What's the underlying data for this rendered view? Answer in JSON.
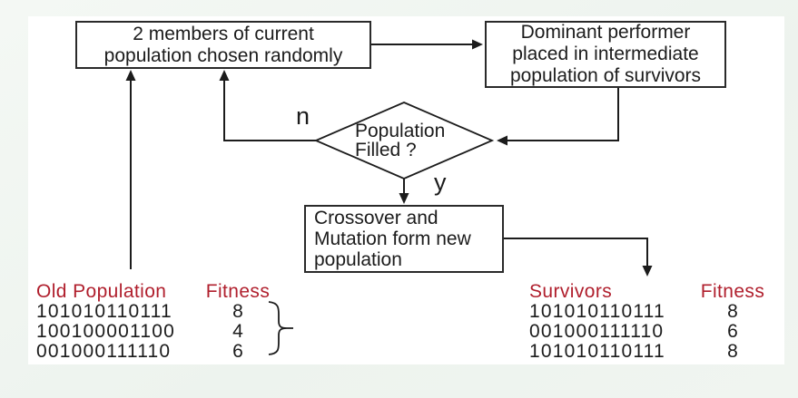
{
  "colors": {
    "accent_red": "#b01f2d",
    "line_black": "#1c1c1c",
    "page_bg": "#edf3ee",
    "panel_bg": "#ffffff"
  },
  "flowchart": {
    "select_box": {
      "line1": "2 members of current",
      "line2": "population chosen randomly"
    },
    "dominant_box": {
      "line1": "Dominant performer",
      "line2": "placed in intermediate",
      "line3": "population of survivors"
    },
    "decision_diamond": {
      "line1": "Population",
      "line2": "Filled ?"
    },
    "crossover_box": {
      "line1": "Crossover and",
      "line2": "Mutation form new",
      "line3": "population"
    },
    "branch_labels": {
      "no": "n",
      "yes": "y"
    }
  },
  "tables": {
    "old_population": {
      "title": "Old Population",
      "fitness_header": "Fitness",
      "rows": [
        {
          "chromosome": "101010110111",
          "fitness": "8"
        },
        {
          "chromosome": "100100001100",
          "fitness": "4"
        },
        {
          "chromosome": "001000111110",
          "fitness": "6"
        }
      ]
    },
    "survivors": {
      "title": "Survivors",
      "fitness_header": "Fitness",
      "rows": [
        {
          "chromosome": "101010110111",
          "fitness": "8"
        },
        {
          "chromosome": "001000111110",
          "fitness": "6"
        },
        {
          "chromosome": "101010110111",
          "fitness": "8"
        }
      ]
    }
  }
}
